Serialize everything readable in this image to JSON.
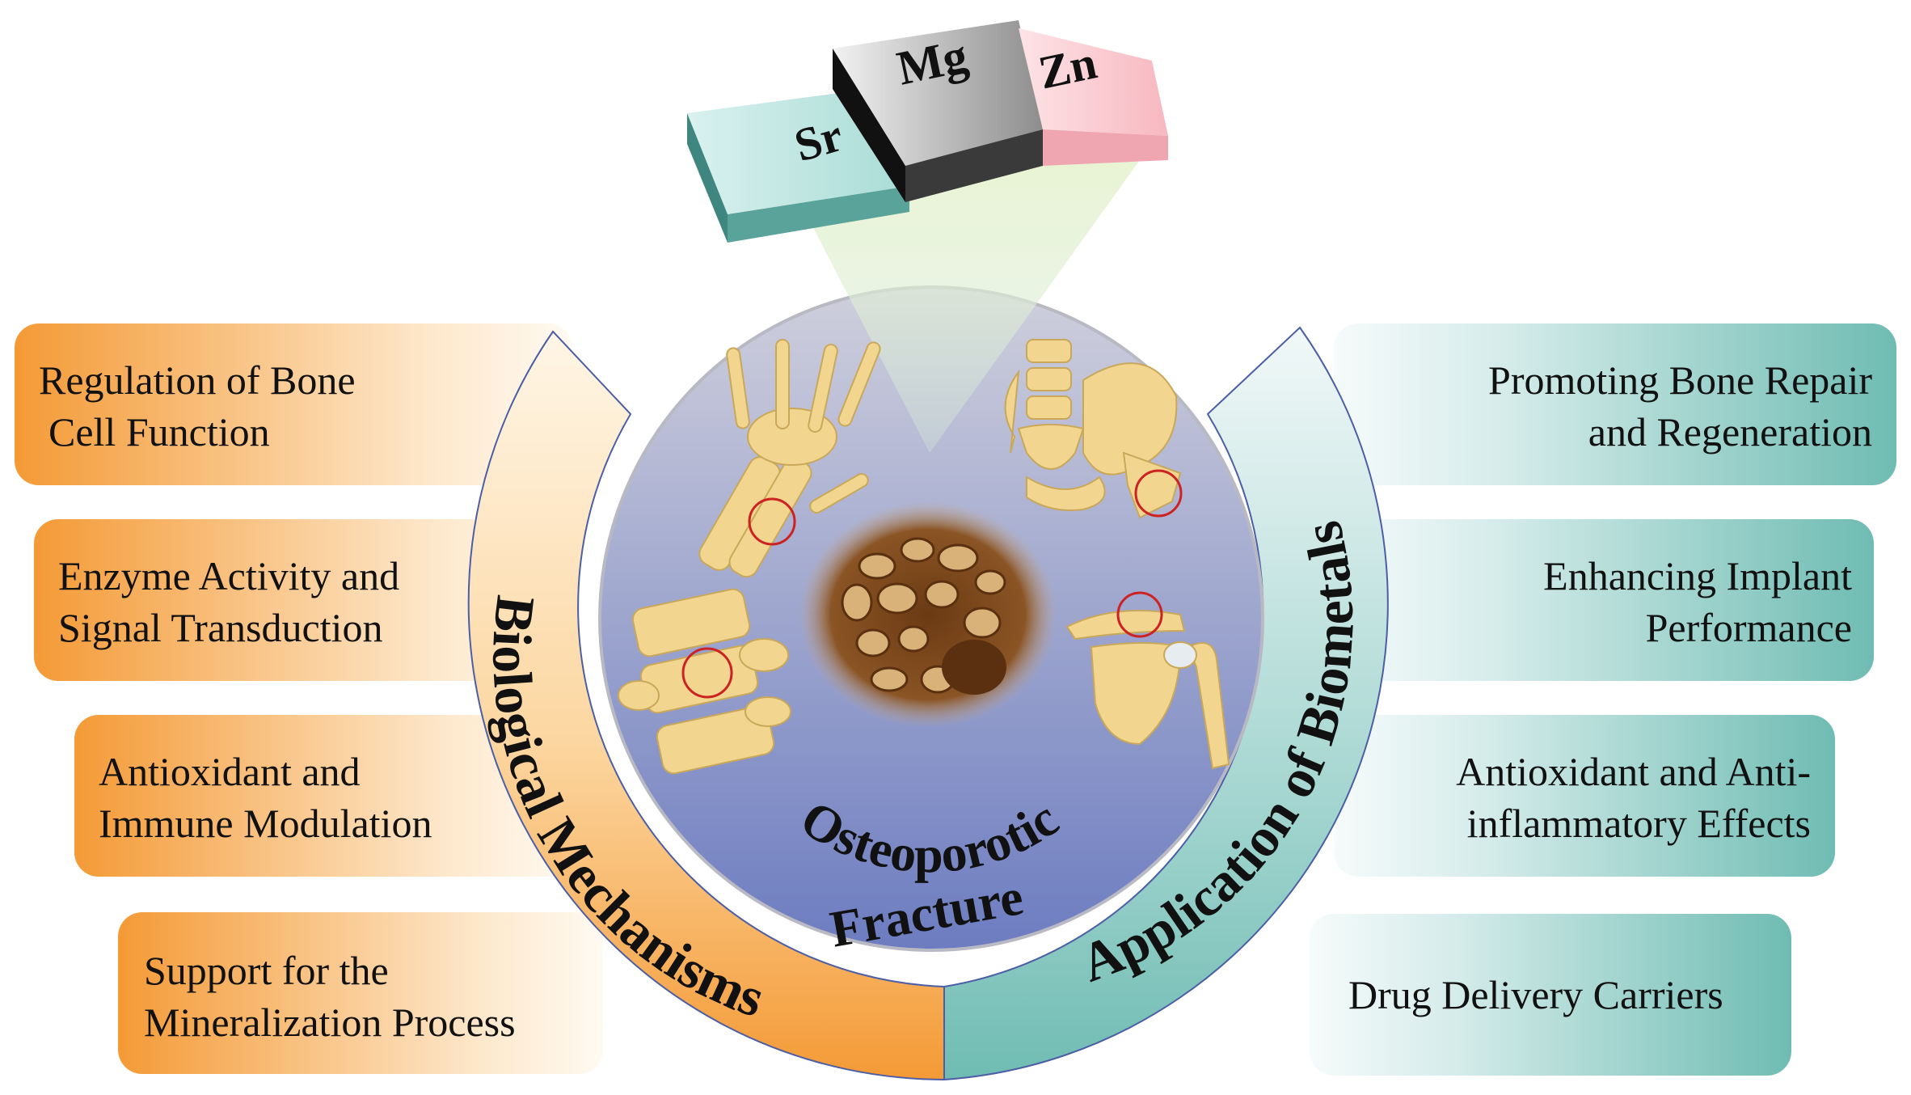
{
  "elements": [
    "Sr",
    "Mg",
    "Zn"
  ],
  "center_label": [
    "Osteoporotic",
    "Fracture"
  ],
  "left_arc_label": "Biological Mechanisms",
  "right_arc_label": "Application of Biometals",
  "left_boxes": [
    {
      "lines": [
        "Regulation of Bone",
        "Cell Function"
      ]
    },
    {
      "lines": [
        "Enzyme Activity and",
        "Signal Transduction"
      ]
    },
    {
      "lines": [
        "Antioxidant and",
        "Immune Modulation"
      ]
    },
    {
      "lines": [
        "Support for the",
        "Mineralization Process"
      ]
    }
  ],
  "right_boxes": [
    {
      "lines": [
        "Promoting Bone Repair",
        "and Regeneration"
      ]
    },
    {
      "lines": [
        "Enhancing Implant",
        "Performance"
      ]
    },
    {
      "lines": [
        "Antioxidant and Anti-",
        "inflammatory Effects"
      ]
    },
    {
      "lines": [
        "Drug Delivery Carriers"
      ]
    }
  ],
  "colors": {
    "orange": "#f49a36",
    "teal": "#6fbcb3",
    "circle_top": "#c9c9d9",
    "circle_bottom": "#6f7fc2",
    "bone": "#f2d690",
    "porous": "#8a5424",
    "marker": "#cc2222"
  },
  "icons": [
    "wrist-bone-icon",
    "pelvis-hip-icon",
    "vertebra-icon",
    "shoulder-icon",
    "porous-bone-icon"
  ]
}
